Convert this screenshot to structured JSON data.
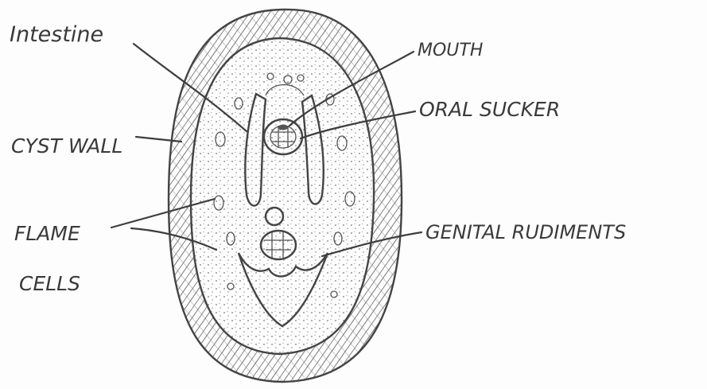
{
  "labels": {
    "intestine": "Intestine",
    "cyst_wall": "CYST WALL",
    "flame_cells_1": "FLAME",
    "flame_cells_2": "CELLS",
    "mouth": "MOUTH",
    "oral_sucker": "ORAL SUCKER",
    "genital_rudiments": "GENITAL RUDIMENTS"
  },
  "colors": {
    "ink": "#3a3a3a",
    "paper": "#fdfdfd"
  }
}
